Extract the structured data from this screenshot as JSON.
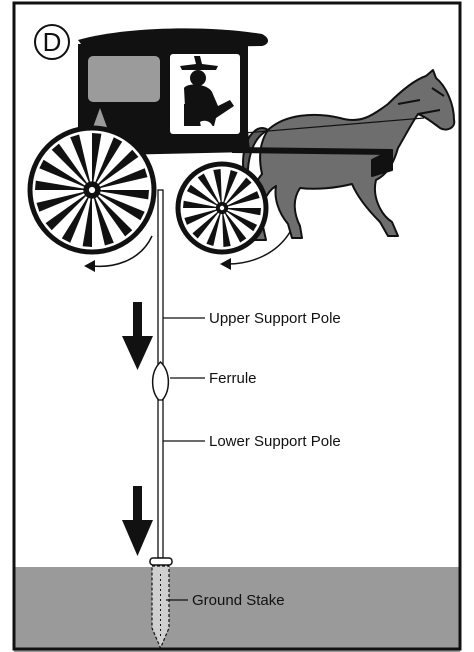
{
  "panel_letter": "D",
  "labels": {
    "upper_pole": "Upper Support Pole",
    "ferrule": "Ferrule",
    "lower_pole": "Lower Support Pole",
    "ground_stake": "Ground Stake"
  },
  "colors": {
    "ink": "#111111",
    "ground": "#9a9a9a",
    "horse": "#6e6e6e",
    "window": "#9b9b9b"
  },
  "icons": [
    "buggy-icon",
    "horse-icon",
    "driver-icon",
    "wheel-icon",
    "down-arrow-icon",
    "rotation-arrow-icon"
  ]
}
